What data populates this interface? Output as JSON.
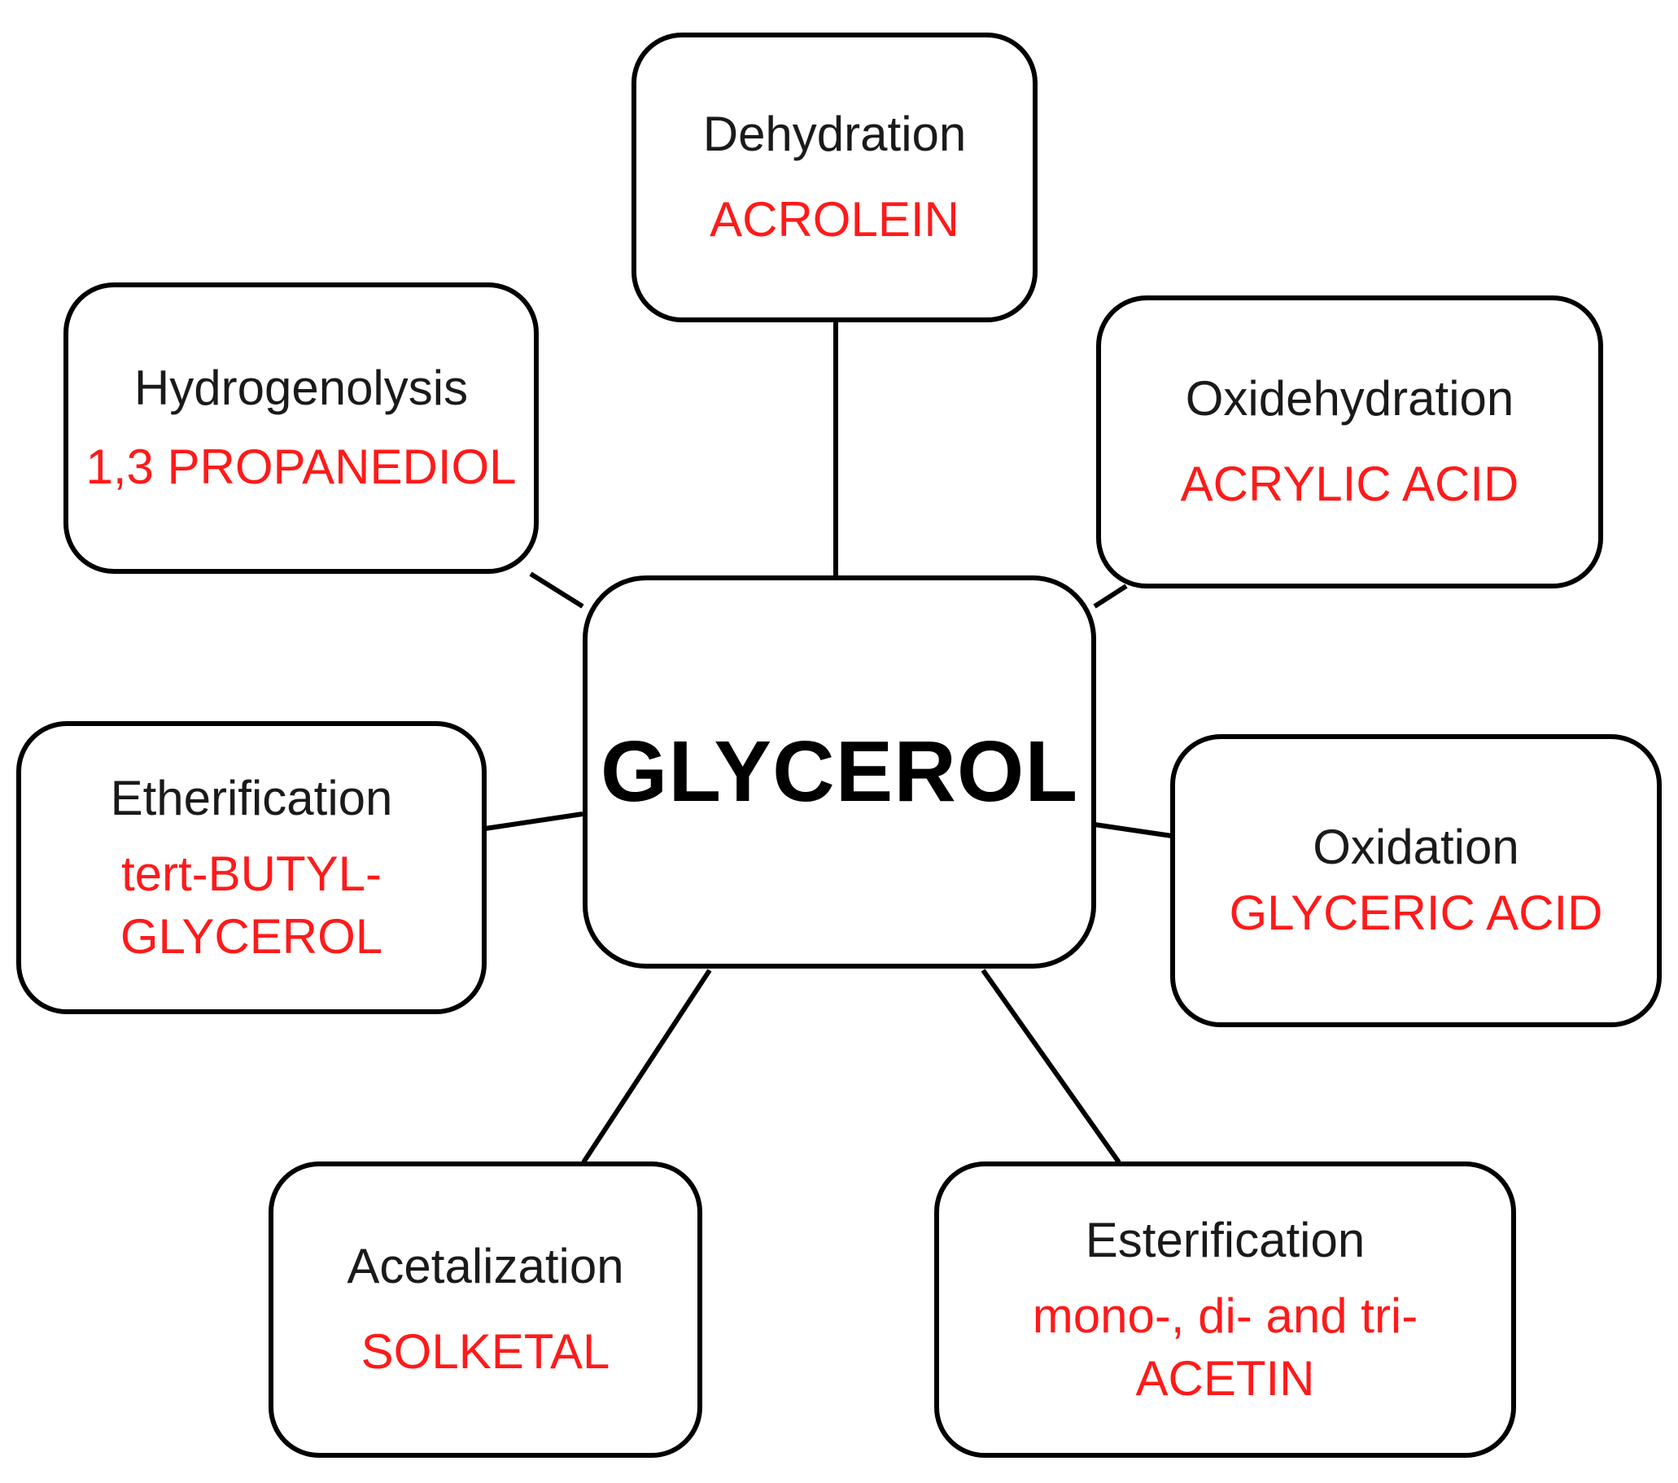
{
  "diagram": {
    "center": {
      "label": "GLYCEROL"
    },
    "nodes": [
      {
        "process": "Dehydration",
        "product": "ACROLEIN"
      },
      {
        "process": "Hydrogenolysis",
        "product": "1,3 PROPANEDIOL"
      },
      {
        "process": "Oxidehydration",
        "product": "ACRYLIC ACID"
      },
      {
        "process": "Etherification",
        "product_line1": "tert-BUTYL-",
        "product_line2": "GLYCEROL"
      },
      {
        "process": "Oxidation",
        "product": "GLYCERIC ACID"
      },
      {
        "process": "Acetalization",
        "product": "SOLKETAL"
      },
      {
        "process": "Esterification",
        "product_line1": "mono-, di- and tri-",
        "product_line2": "ACETIN"
      }
    ],
    "colors": {
      "process_text": "#1a1a1a",
      "product_text": "#ff1a1a",
      "border": "#000000"
    }
  }
}
